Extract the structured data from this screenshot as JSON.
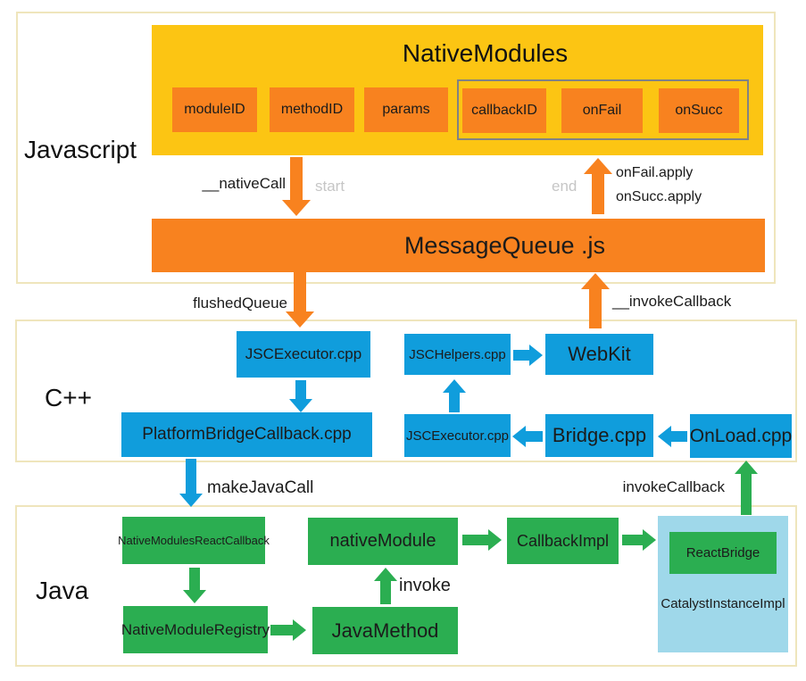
{
  "palette": {
    "gold": "#FCC513",
    "orange": "#F8821F",
    "blue": "#109DDC",
    "green": "#2BAE51",
    "light_blue": "#9FD8EA",
    "section_border": "#EFE5BC",
    "group_border": "#828282",
    "muted_text": "#C6C6C6"
  },
  "sections": {
    "javascript": {
      "label": "Javascript"
    },
    "cpp": {
      "label": "C++"
    },
    "java": {
      "label": "Java"
    }
  },
  "javascript": {
    "native_modules": {
      "title": "NativeModules",
      "fields": [
        "moduleID",
        "methodID",
        "params"
      ],
      "callback_group": [
        "callbackID",
        "onFail",
        "onSucc"
      ]
    },
    "message_queue_title": "MessageQueue .js",
    "labels": {
      "native_call": "__nativeCall",
      "start": "start",
      "end": "end",
      "on_fail_apply": "onFail.apply",
      "on_succ_apply": "onSucc.apply"
    }
  },
  "bridge_labels": {
    "flushed_queue": "flushedQueue",
    "invoke_callback_js": "__invokeCallback",
    "make_java_call": "makeJavaCall",
    "invoke_callback_native": "invokeCallback"
  },
  "cpp": {
    "jsc_executor_top": "JSCExecutor.cpp",
    "platform_bridge_callback": "PlatformBridgeCallback.cpp",
    "jsc_helpers": "JSCHelpers.cpp",
    "webkit": "WebKit",
    "jsc_executor_bottom": "JSCExecutor.cpp",
    "bridge": "Bridge.cpp",
    "onload": "OnLoad.cpp"
  },
  "java": {
    "native_modules_react_callback": "NativeModulesReactCallback",
    "native_module_registry": "NativeModuleRegistry",
    "java_method": "JavaMethod",
    "native_module": "nativeModule",
    "invoke_label": "invoke",
    "callback_impl": "CallbackImpl",
    "react_bridge": "ReactBridge",
    "catalyst_instance_impl": "CatalystInstanceImpl"
  }
}
